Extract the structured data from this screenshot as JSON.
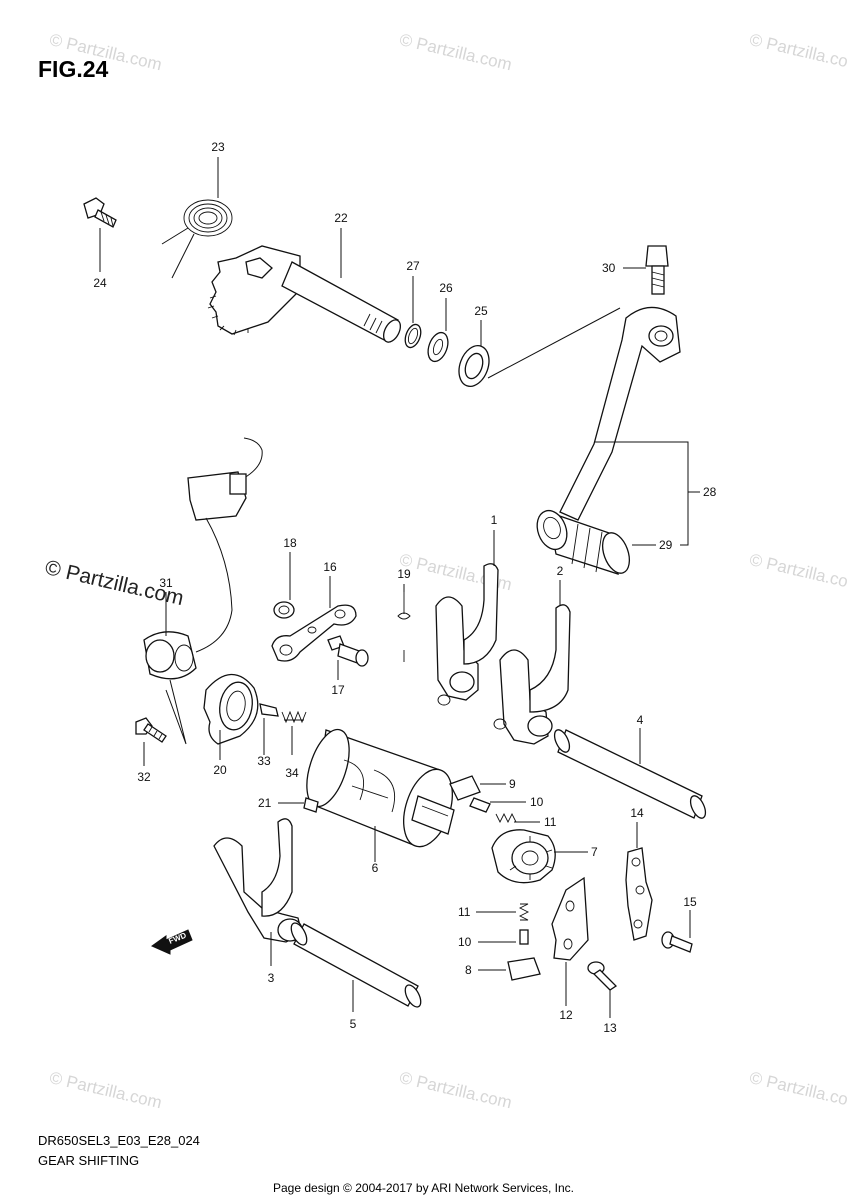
{
  "figure": {
    "title": "FIG.24",
    "model_code": "DR650SEL3_E03_E28_024",
    "section_name": "GEAR SHIFTING",
    "copyright": "Page design © 2004-2017 by ARI Network Services, Inc.",
    "watermark": "© Partzilla.com",
    "fwd_label": "FWD"
  },
  "callouts": {
    "c1": "1",
    "c2": "2",
    "c3": "3",
    "c4": "4",
    "c5": "5",
    "c6": "6",
    "c7": "7",
    "c8": "8",
    "c9": "9",
    "c10a": "10",
    "c10b": "10",
    "c11a": "11",
    "c11b": "11",
    "c12": "12",
    "c13": "13",
    "c14": "14",
    "c15": "15",
    "c16": "16",
    "c17": "17",
    "c18": "18",
    "c19": "19",
    "c20": "20",
    "c21": "21",
    "c22": "22",
    "c23": "23",
    "c24": "24",
    "c25": "25",
    "c26": "26",
    "c27": "27",
    "c28": "28",
    "c29": "29",
    "c30": "30",
    "c31": "31",
    "c32": "32",
    "c33": "33",
    "c34": "34"
  }
}
